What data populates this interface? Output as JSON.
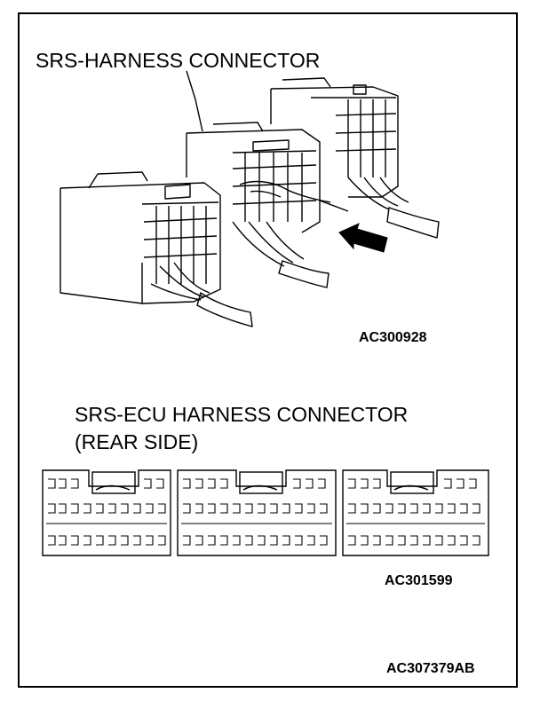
{
  "harness": {
    "title": "SRS-HARNESS CONNECTOR",
    "code": "AC300928"
  },
  "ecu": {
    "title_line1": "SRS-ECU HARNESS CONNECTOR",
    "title_line2": "(REAR SIDE)",
    "code": "AC301599"
  },
  "footer": {
    "code": "AC307379AB"
  }
}
